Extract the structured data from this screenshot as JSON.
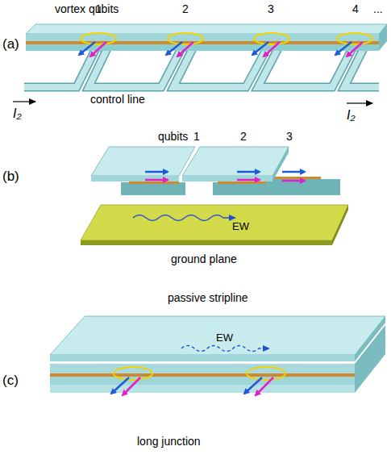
{
  "diagram": {
    "labels": [
      "vortex qubits",
      "1",
      "2",
      "3",
      "4",
      "...",
      "(a)",
      "control line",
      "I₂",
      "I₂",
      "(b)",
      "qubits",
      "1",
      "2",
      "3",
      "EW",
      "ground plane",
      "(c)",
      "passive stripline",
      "EW",
      "long junction"
    ]
  }
}
